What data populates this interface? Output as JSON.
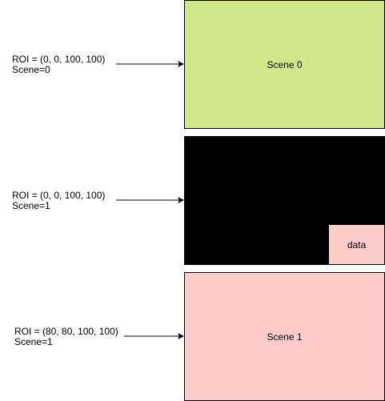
{
  "rows": [
    {
      "roi_text": "ROI = (0, 0, 100, 100)",
      "scene_text": "Scene=0",
      "box_label": "Scene 0",
      "box_fill": "#cfe88a"
    },
    {
      "roi_text": "ROI = (0, 0, 100, 100)",
      "scene_text": "Scene=1",
      "box_label": "",
      "box_fill": "#000000",
      "inset_label": "data",
      "inset_fill": "#ffcccc"
    },
    {
      "roi_text": "ROI = (80, 80, 100, 100)",
      "scene_text": "Scene=1",
      "box_label": "Scene 1",
      "box_fill": "#ffcccc"
    }
  ],
  "colors": {
    "stroke": "#000000",
    "scene0_fill": "#cfe88a",
    "scene1_fill": "#ffcccc",
    "black_fill": "#000000"
  }
}
